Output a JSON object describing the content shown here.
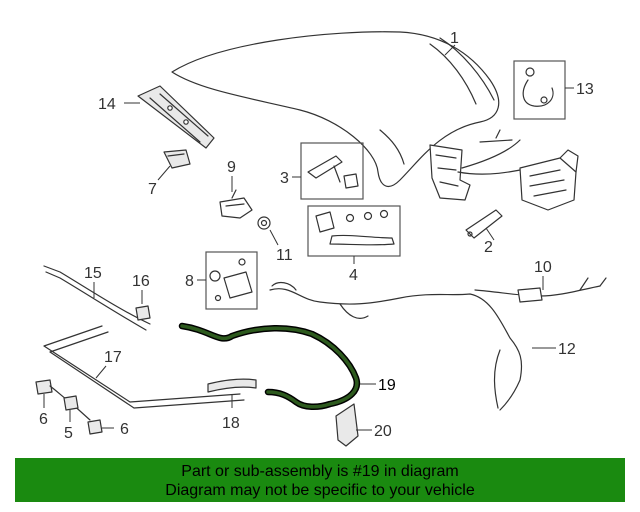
{
  "callouts": {
    "c1": "1",
    "c2": "2",
    "c3": "3",
    "c4": "4",
    "c5": "5",
    "c6a": "6",
    "c6b": "6",
    "c7": "7",
    "c8": "8",
    "c9": "9",
    "c10": "10",
    "c11": "11",
    "c12": "12",
    "c13": "13",
    "c14": "14",
    "c15": "15",
    "c16": "16",
    "c17": "17",
    "c18": "18",
    "c19": "19",
    "c20": "20"
  },
  "banner": {
    "line1": "Part or sub-assembly is #19 in diagram",
    "line2": "Diagram may not be specific to your vehicle"
  },
  "colors": {
    "banner_bg": "#1a8a10",
    "highlight_part": "#2d5a1e"
  }
}
